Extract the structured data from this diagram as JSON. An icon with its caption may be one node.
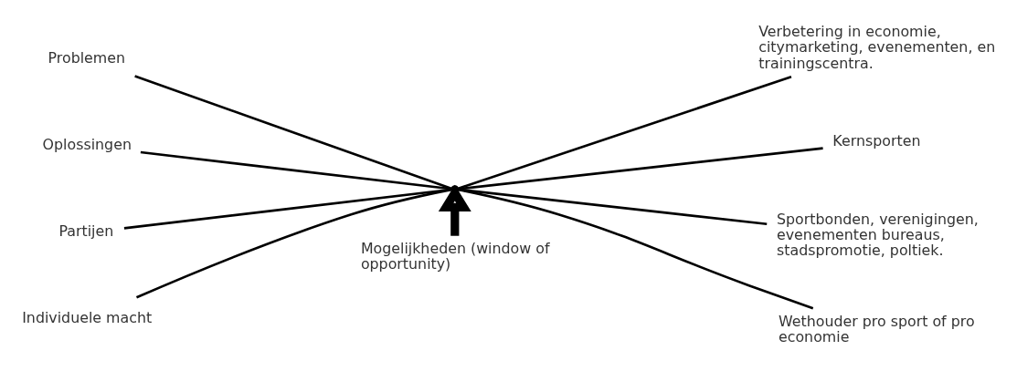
{
  "diagram": {
    "nodes": [
      {
        "text": [
          "Problemen"
        ]
      },
      {
        "text": [
          "Oplossingen"
        ]
      },
      {
        "text": [
          "Partijen"
        ]
      },
      {
        "text": [
          "Individuele macht"
        ]
      },
      {
        "text": [],
        "shape": "point"
      },
      {
        "text": [
          "Verbetering in economie, citymarketing, evenementen, en trainingscentra."
        ]
      },
      {
        "text": [
          "Kernsporten"
        ]
      },
      {
        "text": [
          "Sportbonden, verenigingen, evenementen bureaus, stadspromotie, poltiek."
        ]
      },
      {
        "text": [
          "Wethouder pro sport of pro economie"
        ]
      },
      {
        "text": [
          "Mogelijkheden (window of opportunity)"
        ]
      }
    ],
    "edges": [
      {
        "from": 0,
        "to": 4,
        "arrow": "none"
      },
      {
        "from": 1,
        "to": 4,
        "arrow": "none"
      },
      {
        "from": 2,
        "to": 4,
        "arrow": "none"
      },
      {
        "from": 3,
        "to": 4,
        "arrow": "none"
      },
      {
        "from": 4,
        "to": 5,
        "arrow": "none"
      },
      {
        "from": 4,
        "to": 6,
        "arrow": "none"
      },
      {
        "from": 4,
        "to": 7,
        "arrow": "none"
      },
      {
        "from": 4,
        "to": 8,
        "arrow": "none"
      },
      {
        "from": 9,
        "to": 4,
        "arrow": "to",
        "style": "thick"
      }
    ]
  }
}
